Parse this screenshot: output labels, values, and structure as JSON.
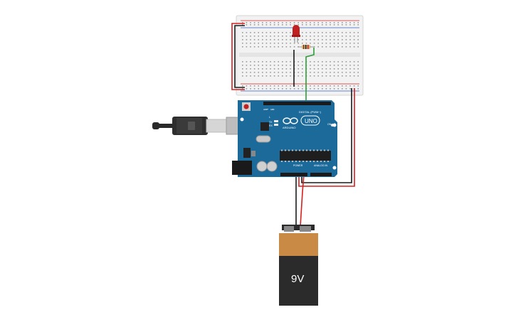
{
  "workspace": {
    "title": "",
    "components": {
      "breadboard": {
        "name": "breadboard"
      },
      "led": {
        "name": "led",
        "color": "#c0201f"
      },
      "resistor": {
        "name": "resistor"
      },
      "arduino": {
        "brand_label": "ARDUINO",
        "model_label": "UNO",
        "digital_label": "DIGITAL (PWM~)",
        "power_label": "POWER",
        "analog_label": "ANALOG IN",
        "aref_label": "AREF",
        "gnd_label": "GND",
        "tx_label": "TX",
        "rx_label": "RX",
        "l_label": "L",
        "on_label": "ON",
        "color": "#1c6a9a"
      },
      "usb_cable": {
        "name": "usb-cable"
      },
      "battery": {
        "label": "9V",
        "body_color": "#2b2b2b",
        "top_color": "#c98a45"
      }
    },
    "wire_colors": {
      "red": "#d42020",
      "black": "#1a1a1a",
      "green": "#2e9e3a"
    }
  }
}
